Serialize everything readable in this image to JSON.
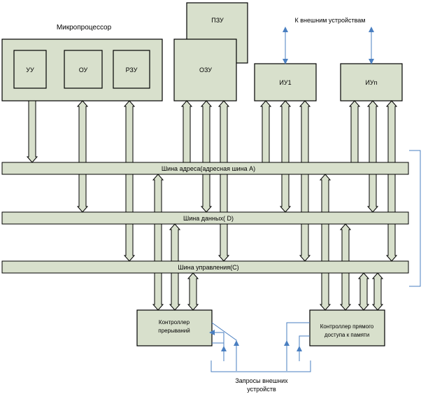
{
  "microprocessor": {
    "title": "Микропроцессор",
    "blocks": [
      "УУ",
      "ОУ",
      "РЗУ"
    ]
  },
  "memory": {
    "rom": "ПЗУ",
    "ram": "ОЗУ"
  },
  "io_devices": {
    "first": "ИУ1",
    "last": "ИУn",
    "external_label": "К внешним устройствам"
  },
  "buses": {
    "address": "Шина адреса(адресная шина А)",
    "data": "Шина данных( D)",
    "control": "Шина управления(С)"
  },
  "controllers": {
    "interrupt": [
      "Контроллер",
      "прерываний"
    ],
    "dma": [
      "Контроллер прямого",
      "доступа к памяти"
    ]
  },
  "requests_label": [
    "Запросы внешних",
    "устройств"
  ],
  "colors": {
    "fill": "#d8e0cc",
    "stroke": "#000000",
    "connector": "#4a7fc1",
    "background": "#ffffff"
  }
}
